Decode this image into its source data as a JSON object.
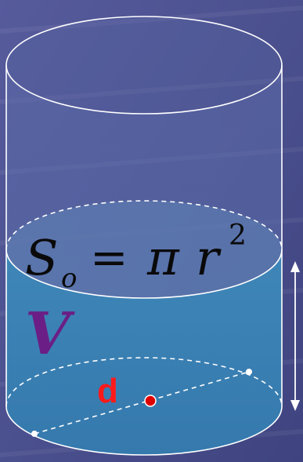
{
  "formula": {
    "S": "S",
    "sub": "o",
    "eq": "=",
    "pi": "π",
    "r": "r",
    "exp": "2"
  },
  "labels": {
    "volume": "V",
    "diameter": "d"
  },
  "colors": {
    "background": "#4a4f8e",
    "water": "#3d7fb2",
    "outline": "#ffffff",
    "volume_label": "#6b1f86",
    "diameter_label": "#ff1a1a",
    "center_point": "#e00000"
  }
}
